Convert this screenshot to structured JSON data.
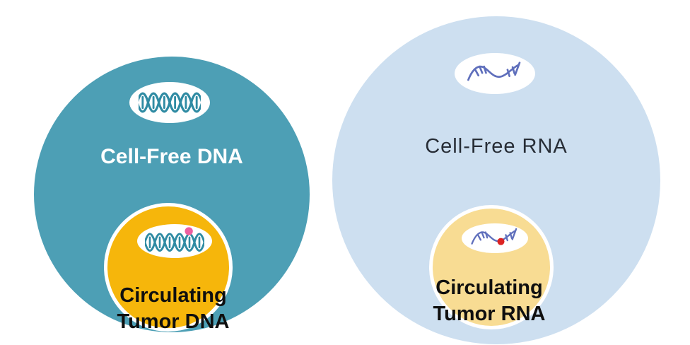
{
  "diagram": {
    "background_color": "#FFFFFF",
    "left_group": {
      "outer_circle": {
        "label": "Cell-Free DNA",
        "fill_color": "#4D9FB5",
        "label_color": "#FFFFFF",
        "icon": "dna-double-helix-icon",
        "icon_color": "#2F8BA3"
      },
      "inner_circle": {
        "label_line1": "Circulating",
        "label_line2": "Tumor DNA",
        "fill_color": "#F6B60B",
        "ring_color": "#FFFFFF",
        "label_color": "#0F0F0F",
        "icon": "dna-double-helix-mutation-icon",
        "icon_color": "#2F8BA3",
        "mutation_marker_color": "#ED5FA0"
      }
    },
    "right_group": {
      "outer_circle": {
        "label": "Cell-Free RNA",
        "fill_color": "#CDDFF0",
        "label_color": "#272D36",
        "icon": "rna-strand-icon",
        "icon_color": "#5F6FBC"
      },
      "inner_circle": {
        "label_line1": "Circulating",
        "label_line2": "Tumor RNA",
        "fill_color": "#F8DC93",
        "ring_color": "#FFFFFF",
        "label_color": "#0F0F0F",
        "icon": "rna-strand-mutation-icon",
        "icon_color": "#5F6FBC",
        "mutation_marker_color": "#DC2323"
      }
    }
  }
}
